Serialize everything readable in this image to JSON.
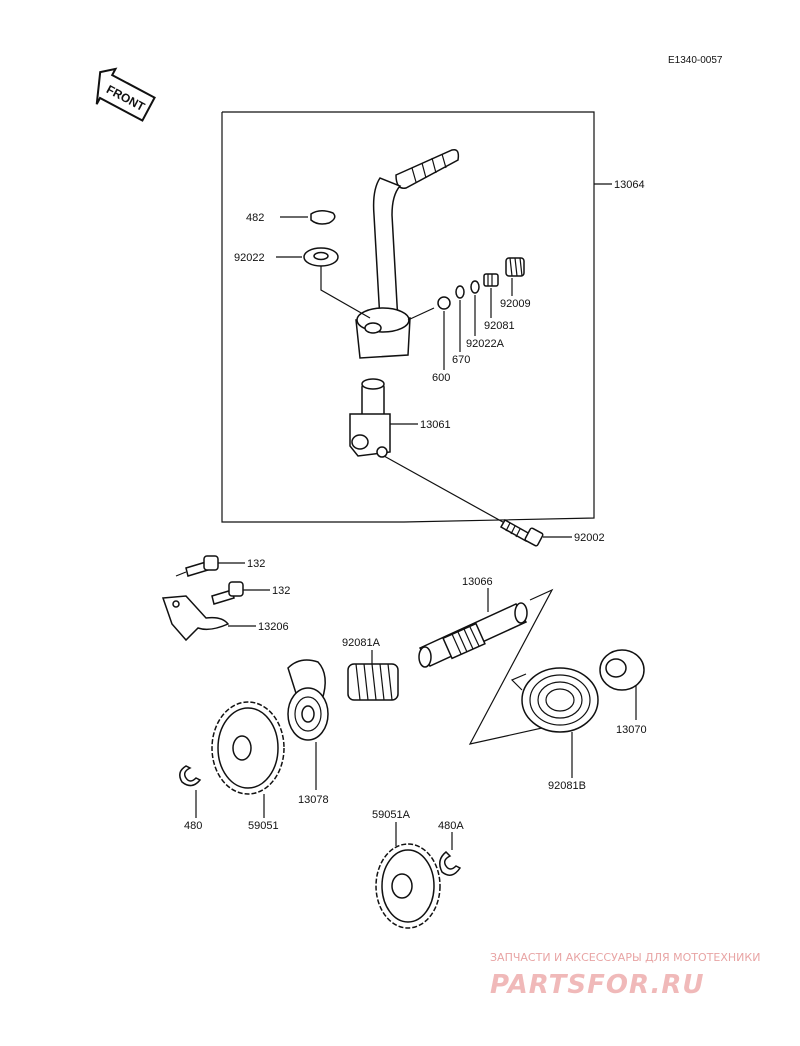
{
  "diagram_code": "E1340-0057",
  "front_label": "FRONT",
  "labels": {
    "p482": "482",
    "p92022": "92022",
    "p13064": "13064",
    "p92009": "92009",
    "p92081": "92081",
    "p92022A": "92022A",
    "p670": "670",
    "p600": "600",
    "p13061": "13061",
    "p92002": "92002",
    "p132a": "132",
    "p132b": "132",
    "p13206": "13206",
    "p13066": "13066",
    "p92081A": "92081A",
    "p13070": "13070",
    "p92081B": "92081B",
    "p13078": "13078",
    "p480": "480",
    "p59051": "59051",
    "p59051A": "59051A",
    "p480A": "480A"
  },
  "watermark": {
    "subtitle": "ЗАПЧАСТИ И АКСЕССУАРЫ ДЛЯ МОТОТЕХНИКИ",
    "brand": "PARTSFOR.RU"
  }
}
